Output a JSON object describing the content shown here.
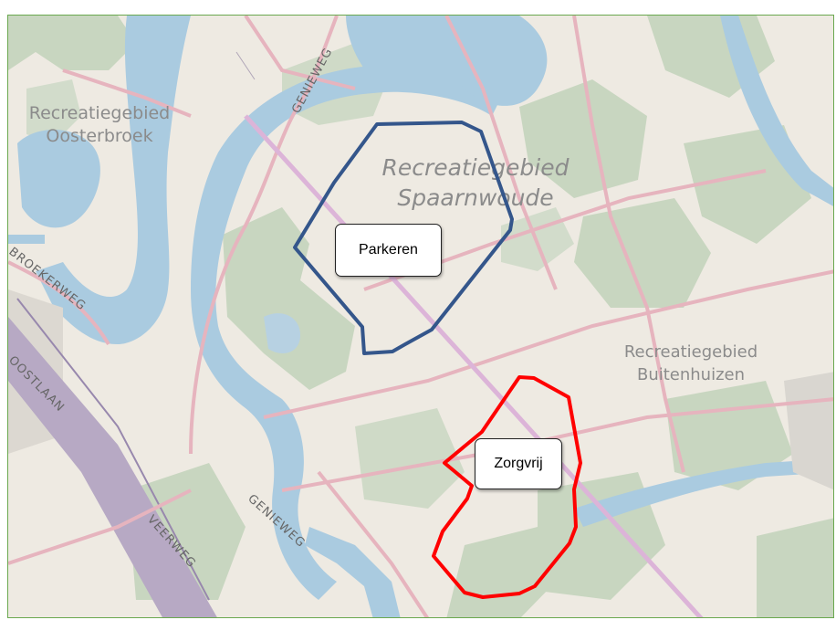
{
  "map": {
    "areas": [
      {
        "key": "oosterbroek",
        "line1": "Recreatiegebied",
        "line2": "Oosterbroek"
      },
      {
        "key": "spaarnwoude",
        "line1": "Recreatiegebied",
        "line2": "Spaarnwoude"
      },
      {
        "key": "buitenhuizen",
        "line1": "Recreatiegebied",
        "line2": "Buitenhuizen"
      }
    ],
    "roads": {
      "genieweg_north": "GENIEWEG",
      "genieweg_south": "GENIEWEG",
      "broekerweg": "BROEKERWEG",
      "oostlaan": "OOSTLAAN",
      "veerweg": "VEERWEG"
    }
  },
  "zones": {
    "parking": {
      "label": "Parkeren",
      "color": "#34568b"
    },
    "carefree": {
      "label": "Zorgvrij",
      "color": "#ff0000"
    }
  }
}
